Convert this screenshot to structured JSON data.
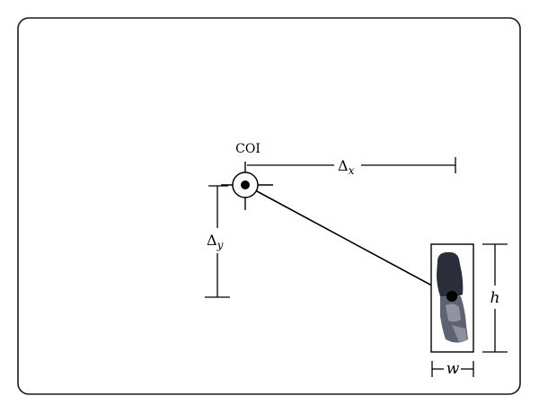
{
  "labels": {
    "coi": "COI",
    "delta_x": "Δ",
    "delta_x_sub": "x",
    "delta_y": "Δ",
    "delta_y_sub": "y",
    "height": "h",
    "width": "w"
  },
  "colors": {
    "stroke": "#000000",
    "frame": "#1a1a1a",
    "background": "#ffffff",
    "object_dark": "#2b2d3a",
    "object_mid": "#5f6270",
    "object_light": "#9a9cab"
  },
  "icons": {
    "coi_marker": "crosshair-circle-icon",
    "object": "pedestrian-thumbnail"
  }
}
